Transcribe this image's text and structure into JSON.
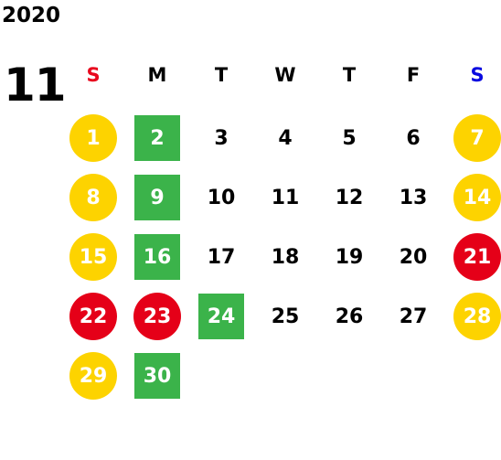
{
  "year": "2020",
  "month": "11",
  "colors": {
    "sunday": "#e8081e",
    "saturday": "#0a0ae0",
    "weekend": "#fdd300",
    "holiday": "#e50018",
    "green": "#3bb34a",
    "text": "#000000"
  },
  "weekdays": [
    {
      "label": "S",
      "kind": "sun"
    },
    {
      "label": "M",
      "kind": "weekday"
    },
    {
      "label": "T",
      "kind": "weekday"
    },
    {
      "label": "W",
      "kind": "weekday"
    },
    {
      "label": "T",
      "kind": "weekday"
    },
    {
      "label": "F",
      "kind": "weekday"
    },
    {
      "label": "S",
      "kind": "sat"
    }
  ],
  "weeks": [
    [
      {
        "day": "1",
        "style": "yellow-circle"
      },
      {
        "day": "2",
        "style": "green-square"
      },
      {
        "day": "3",
        "style": "plain"
      },
      {
        "day": "4",
        "style": "plain"
      },
      {
        "day": "5",
        "style": "plain"
      },
      {
        "day": "6",
        "style": "plain"
      },
      {
        "day": "7",
        "style": "yellow-circle"
      }
    ],
    [
      {
        "day": "8",
        "style": "yellow-circle"
      },
      {
        "day": "9",
        "style": "green-square"
      },
      {
        "day": "10",
        "style": "plain"
      },
      {
        "day": "11",
        "style": "plain"
      },
      {
        "day": "12",
        "style": "plain"
      },
      {
        "day": "13",
        "style": "plain"
      },
      {
        "day": "14",
        "style": "yellow-circle"
      }
    ],
    [
      {
        "day": "15",
        "style": "yellow-circle"
      },
      {
        "day": "16",
        "style": "green-square"
      },
      {
        "day": "17",
        "style": "plain"
      },
      {
        "day": "18",
        "style": "plain"
      },
      {
        "day": "19",
        "style": "plain"
      },
      {
        "day": "20",
        "style": "plain"
      },
      {
        "day": "21",
        "style": "red-circle"
      }
    ],
    [
      {
        "day": "22",
        "style": "red-circle"
      },
      {
        "day": "23",
        "style": "red-circle"
      },
      {
        "day": "24",
        "style": "green-square"
      },
      {
        "day": "25",
        "style": "plain"
      },
      {
        "day": "26",
        "style": "plain"
      },
      {
        "day": "27",
        "style": "plain"
      },
      {
        "day": "28",
        "style": "yellow-circle"
      }
    ],
    [
      {
        "day": "29",
        "style": "yellow-circle"
      },
      {
        "day": "30",
        "style": "green-square"
      }
    ]
  ]
}
